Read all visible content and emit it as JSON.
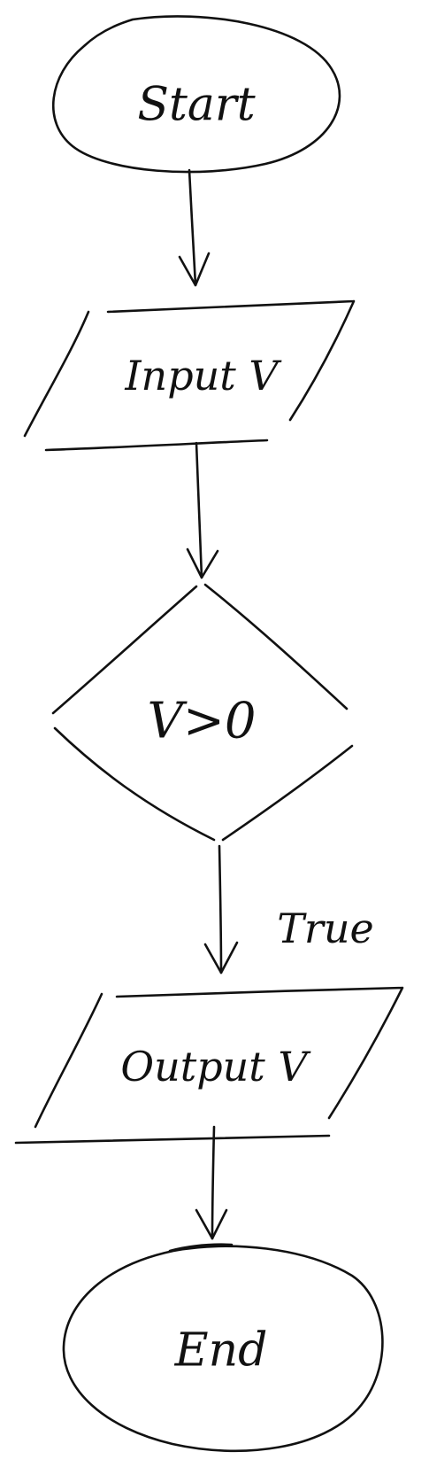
{
  "diagram": {
    "nodes": [
      {
        "id": "start",
        "shape": "terminal",
        "label": "Start"
      },
      {
        "id": "input",
        "shape": "io",
        "label": "Input V"
      },
      {
        "id": "decision",
        "shape": "decision",
        "label": "V>0"
      },
      {
        "id": "output",
        "shape": "io",
        "label": "Output V"
      },
      {
        "id": "end",
        "shape": "terminal",
        "label": "End"
      }
    ],
    "edges": [
      {
        "from": "start",
        "to": "input",
        "label": ""
      },
      {
        "from": "input",
        "to": "decision",
        "label": ""
      },
      {
        "from": "decision",
        "to": "output",
        "label": "True"
      },
      {
        "from": "output",
        "to": "end",
        "label": ""
      }
    ]
  },
  "colors": {
    "ink": "#111111",
    "background": "#ffffff"
  }
}
